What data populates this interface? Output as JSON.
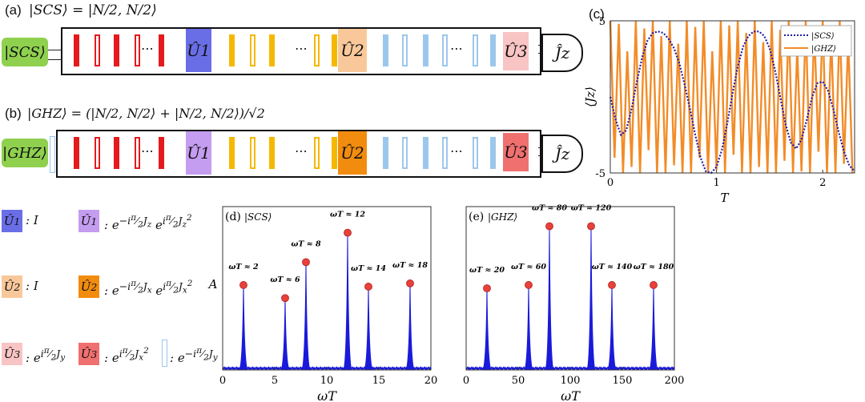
{
  "panel_a": {
    "label": "(a)",
    "equation": "|SCS⟩ = |N/2, N/2⟩",
    "input_state": "|SCS⟩",
    "gates": [
      "Û1",
      "Û2",
      "Û3"
    ],
    "meter": "Ĵz",
    "dots": "⋯"
  },
  "panel_b": {
    "label": "(b)",
    "equation": "|GHZ⟩ = (|N/2, N/2⟩ + |N/2, N/2⟩)/√2",
    "input_state": "|GHZ⟩",
    "gates": [
      "Û1",
      "Û2",
      "Û3"
    ],
    "meter": "Ĵz",
    "dots": "⋯"
  },
  "legend": {
    "u1_scs": "Û1 : I",
    "u1_ghz": "Û1 : e^{−i(π/2)Jz} e^{i(π/2)Jz²}",
    "u2_scs": "Û2 : I",
    "u2_ghz": "Û2 : e^{−i(π/2)Jx} e^{i(π/2)Jx²}",
    "u3_scs": "Û3 : e^{i(π/2)Jy}",
    "u3_ghz": "Û3 : e^{i(π/2)Jx²}",
    "pulse": ": e^{−i(π/2)Jy}"
  },
  "colors": {
    "red_pulse": "#e41a1c",
    "yellow_pulse": "#f5b800",
    "blue_pulse": "#9cc7ec",
    "u1_light": "#6a6ee6",
    "u1_ghz": "#c49cf0",
    "u2_light": "#f9c89a",
    "u2_ghz": "#f28c0f",
    "u3_light": "#f9c4c4",
    "u3_ghz": "#f07070",
    "state_green": "#8fd14f",
    "spectrum": "#1a1adb",
    "peak_marker": "#e8403a",
    "ghz_line": "#f28c28",
    "scs_line": "#1f1fa8"
  },
  "chart_data": [
    {
      "panel": "(c)",
      "type": "line",
      "xlabel": "T",
      "ylabel": "⟨Ĵz⟩",
      "xlim": [
        0,
        2.3
      ],
      "ylim": [
        -5,
        5
      ],
      "xticks": [
        "0",
        "1",
        "2"
      ],
      "yticks": [
        "5",
        "-5"
      ],
      "legend_position": "top-right",
      "series": [
        {
          "name": "|SCS⟩",
          "style": "dotted",
          "color": "#1f1fa8",
          "x": [
            0,
            0.05,
            0.1,
            0.15,
            0.2,
            0.25,
            0.3,
            0.35,
            0.4,
            0.45,
            0.5,
            0.55,
            0.6,
            0.65,
            0.7,
            0.75,
            0.8,
            0.85,
            0.9,
            0.95,
            1.0,
            1.05,
            1.1,
            1.15,
            1.2,
            1.25,
            1.3,
            1.35,
            1.4,
            1.45,
            1.5,
            1.55,
            1.6,
            1.65,
            1.7,
            1.75,
            1.8,
            1.85,
            1.9,
            1.95,
            2.0,
            2.05,
            2.1,
            2.15,
            2.2,
            2.25,
            2.3
          ],
          "y": [
            0,
            -1.5,
            -2.5,
            -2.2,
            -0.8,
            1.0,
            2.6,
            3.7,
            4.2,
            4.3,
            4.2,
            3.8,
            3.2,
            2.2,
            0.8,
            -0.8,
            -2.5,
            -4.0,
            -4.9,
            -5.0,
            -4.6,
            -3.5,
            -1.8,
            0.2,
            2.0,
            3.3,
            4.0,
            4.3,
            4.3,
            4.0,
            3.2,
            1.8,
            0.0,
            -1.8,
            -3.0,
            -3.4,
            -2.8,
            -1.5,
            0.0,
            0.9,
            1.0,
            0.4,
            -0.8,
            -2.3,
            -3.6,
            -4.5,
            -4.9
          ]
        },
        {
          "name": "|GHZ⟩",
          "style": "solid",
          "color": "#f28c28",
          "x": [
            0,
            0.04,
            0.08,
            0.12,
            0.16,
            0.2,
            0.24,
            0.28,
            0.32,
            0.36,
            0.4,
            0.44,
            0.48,
            0.52,
            0.56,
            0.6,
            0.64,
            0.68,
            0.72,
            0.76,
            0.8,
            0.84,
            0.88,
            0.92,
            0.96,
            1.0,
            1.04,
            1.08,
            1.12,
            1.16,
            1.2,
            1.24,
            1.28,
            1.32,
            1.36,
            1.4,
            1.44,
            1.48,
            1.52,
            1.56,
            1.6,
            1.64,
            1.68,
            1.72,
            1.76,
            1.8,
            1.84,
            1.88,
            1.92,
            1.96,
            2.0,
            2.04,
            2.08,
            2.12,
            2.16,
            2.2,
            2.24,
            2.28
          ],
          "y": [
            5,
            -4,
            4.8,
            -5,
            3,
            -4.6,
            5,
            -5,
            4.5,
            -3.5,
            5,
            -5,
            4,
            -5,
            5,
            -4.5,
            3.5,
            -5,
            5,
            -5,
            4.6,
            -4,
            5,
            -5,
            3,
            -4.8,
            5,
            -5,
            4.7,
            -3.8,
            5,
            -5,
            4.2,
            -5,
            5,
            -4.6,
            3.6,
            -5,
            5,
            -5,
            4.4,
            -4.2,
            5,
            -5,
            3.2,
            -4.9,
            5,
            -5,
            4.6,
            -3.6,
            5,
            -5,
            4.1,
            -5,
            5,
            -4.4,
            3.8,
            -5
          ]
        }
      ]
    },
    {
      "panel": "(d)",
      "title": "|SCS⟩",
      "type": "line",
      "xlabel": "ωT",
      "ylabel": "A",
      "xlim": [
        0,
        20
      ],
      "ylim": [
        0,
        1
      ],
      "xticks": [
        "0",
        "5",
        "10",
        "15",
        "20"
      ],
      "peaks": [
        {
          "x": 2,
          "y": 0.52,
          "label": "ωT ≈ 2"
        },
        {
          "x": 6,
          "y": 0.44,
          "label": "ωT ≈ 6"
        },
        {
          "x": 8,
          "y": 0.66,
          "label": "ωT ≈ 8"
        },
        {
          "x": 12,
          "y": 0.84,
          "label": "ωT ≈ 12"
        },
        {
          "x": 14,
          "y": 0.51,
          "label": "ωT ≈ 14"
        },
        {
          "x": 18,
          "y": 0.53,
          "label": "ωT ≈ 18"
        }
      ]
    },
    {
      "panel": "(e)",
      "title": "|GHZ⟩",
      "type": "line",
      "xlabel": "ωT",
      "ylabel": "",
      "xlim": [
        0,
        200
      ],
      "ylim": [
        0,
        1
      ],
      "xticks": [
        "0",
        "50",
        "100",
        "150",
        "200"
      ],
      "peaks": [
        {
          "x": 20,
          "y": 0.5,
          "label": "ωT ≈ 20"
        },
        {
          "x": 60,
          "y": 0.52,
          "label": "ωT ≈ 60"
        },
        {
          "x": 80,
          "y": 0.88,
          "label": "ωT ≈ 80"
        },
        {
          "x": 120,
          "y": 0.88,
          "label": "ωT ≈ 120"
        },
        {
          "x": 140,
          "y": 0.52,
          "label": "ωT ≈ 140"
        },
        {
          "x": 180,
          "y": 0.52,
          "label": "ωT ≈ 180"
        }
      ]
    }
  ]
}
